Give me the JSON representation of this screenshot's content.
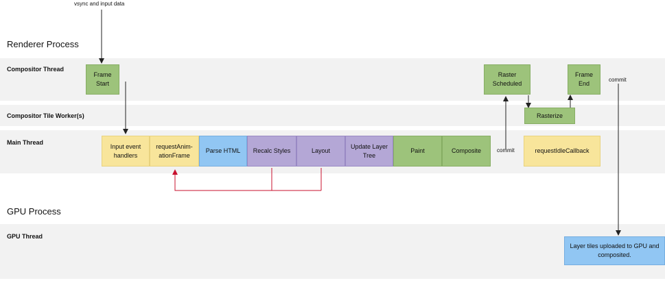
{
  "notes": {
    "top": "vsync and input data",
    "commit_right": "commit",
    "commit_main": "commit"
  },
  "processes": {
    "renderer": "Renderer Process",
    "gpu": "GPU Process"
  },
  "threads": {
    "compositor": "Compositor Thread",
    "tile_worker": "Compositor Tile Worker(s)",
    "main": "Main Thread",
    "gpu": "GPU Thread"
  },
  "boxes": {
    "frame_start": "Frame Start",
    "raster_scheduled": "Raster Scheduled",
    "frame_end": "Frame End",
    "rasterize": "Rasterize",
    "input_handlers": "Input event handlers",
    "raf": "requestAnim­ationFrame",
    "parse_html": "Parse HTML",
    "recalc_styles": "Recalc Styles",
    "layout": "Layout",
    "update_layer_tree": "Update Layer Tree",
    "paint": "Paint",
    "composite": "Composite",
    "idle_callback": "requestIdleCallback",
    "layer_tiles": "Layer tiles uploaded to GPU and composited."
  },
  "colors": {
    "green": "#9dc37b",
    "yellow": "#f8e59b",
    "blue": "#91c6f3",
    "purple": "#b4a7d6",
    "band": "#f2f2f2",
    "arrow": "#222222",
    "feedback_arrow": "#c8102e"
  }
}
